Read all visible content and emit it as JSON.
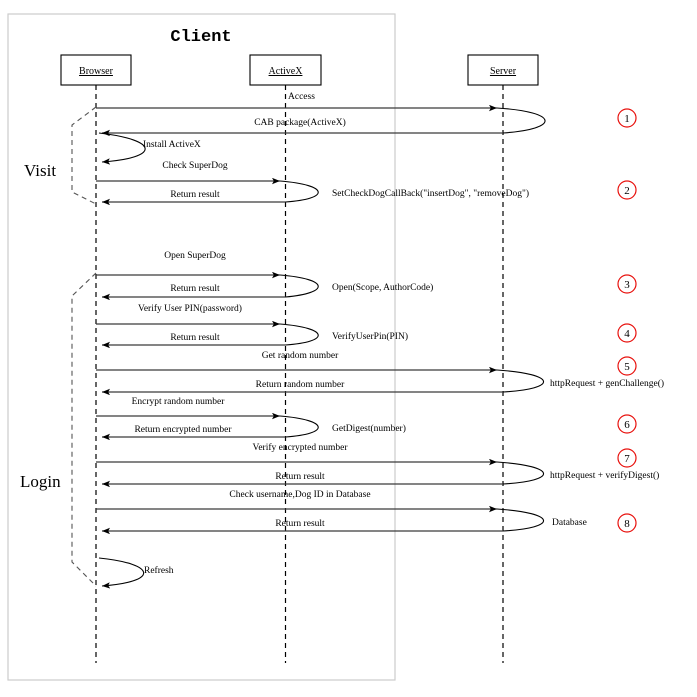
{
  "diagram": {
    "title": "Client",
    "actors": [
      {
        "name": "Browser"
      },
      {
        "name": "ActiveX"
      },
      {
        "name": "Server"
      }
    ],
    "phases": [
      {
        "label": "Visit"
      },
      {
        "label": "Login"
      }
    ],
    "access_label": "Access",
    "messages": [
      {
        "id": "m-access",
        "text": "Access"
      },
      {
        "id": "m-cab",
        "text": "CAB package(ActiveX)"
      },
      {
        "id": "m-install",
        "text": "Install ActiveX"
      },
      {
        "id": "m-check-superdog",
        "text": "Check SuperDog"
      },
      {
        "id": "m-return-1",
        "text": "Return result"
      },
      {
        "id": "m-open-superdog",
        "text": "Open SuperDog"
      },
      {
        "id": "m-return-2",
        "text": "Return result"
      },
      {
        "id": "m-verify-pin",
        "text": "Verify User PIN(password)"
      },
      {
        "id": "m-return-3",
        "text": "Return result"
      },
      {
        "id": "m-get-random",
        "text": "Get random number"
      },
      {
        "id": "m-return-random",
        "text": "Return random number"
      },
      {
        "id": "m-encrypt-random",
        "text": "Encrypt  random number"
      },
      {
        "id": "m-return-enc",
        "text": "Return encrypted number"
      },
      {
        "id": "m-verify-enc",
        "text": "Verify encrypted number"
      },
      {
        "id": "m-return-4",
        "text": "Return result"
      },
      {
        "id": "m-check-db",
        "text": "Check username,Dog ID in Database"
      },
      {
        "id": "m-return-5",
        "text": "Return result"
      },
      {
        "id": "m-refresh",
        "text": "Refresh"
      }
    ],
    "annotations": [
      {
        "id": "a-setcheckdog",
        "text": "SetCheckDogCallBack(\"insertDog\", \"removeDog\")"
      },
      {
        "id": "a-open",
        "text": "Open(Scope, AuthorCode)"
      },
      {
        "id": "a-verifypin",
        "text": "VerifyUserPin(PIN)"
      },
      {
        "id": "a-genchal",
        "text": "httpRequest + genChallenge()"
      },
      {
        "id": "a-getdigest",
        "text": "GetDigest(number)"
      },
      {
        "id": "a-verifydig",
        "text": "httpRequest + verifyDigest()"
      },
      {
        "id": "a-database",
        "text": "Database"
      }
    ],
    "steps": [
      {
        "number": "1"
      },
      {
        "number": "2"
      },
      {
        "number": "3"
      },
      {
        "number": "4"
      },
      {
        "number": "5"
      },
      {
        "number": "6"
      },
      {
        "number": "7"
      },
      {
        "number": "8"
      }
    ],
    "colors": {
      "step_circle": "#e8120e",
      "message_line": "#3a3a3a",
      "lifeline": "#000000",
      "client_box": "#cccccc"
    }
  }
}
